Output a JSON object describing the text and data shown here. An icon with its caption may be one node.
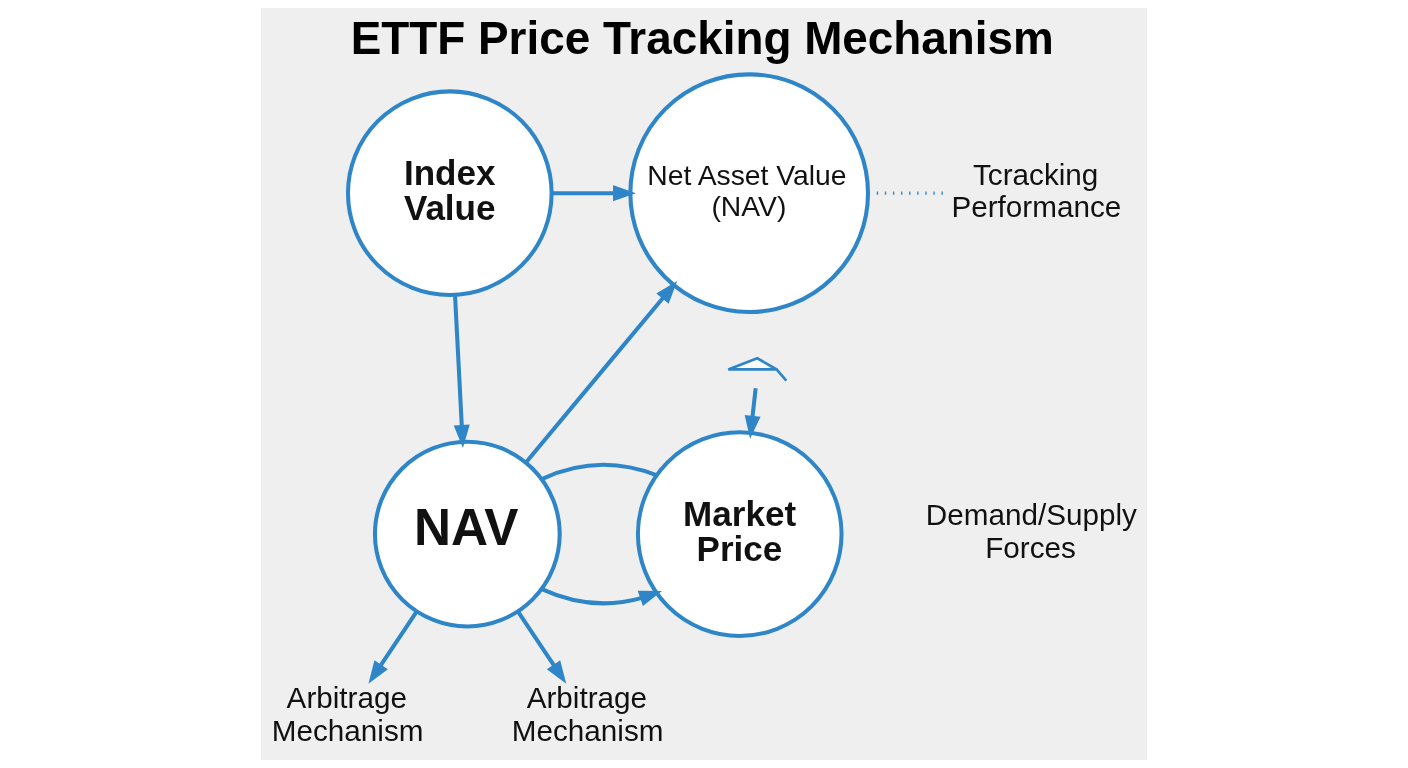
{
  "diagram": {
    "title": "ETTF Price Tracking Mechanism",
    "nodes": [
      {
        "text": [
          "Index Value"
        ]
      },
      {
        "text": [
          "Net Asset Value (NAV)"
        ]
      },
      {
        "text": [
          "Tcracking Performance"
        ]
      },
      {
        "text": [],
        "shape": "picture"
      },
      {
        "text": [
          "NAV"
        ]
      },
      {
        "text": [
          "Market Price"
        ],
        "beside": [
          "Demand/Supply Forces"
        ]
      },
      {
        "text": [
          "Arbitrage Mechanism"
        ]
      },
      {
        "text": [
          "Arbitrage Mechanism"
        ]
      }
    ],
    "edges": [
      {
        "from": 0,
        "to": 1,
        "arrow": "to"
      },
      {
        "from": 1,
        "to": 2,
        "arrow": "none",
        "style": "dashed"
      },
      {
        "from": 3,
        "to": 5,
        "arrow": "to"
      },
      {
        "from": 4,
        "to": 1,
        "arrow": "to"
      },
      {
        "from": 0,
        "to": 4,
        "arrow": "to"
      },
      {
        "from": 4,
        "to": 5,
        "arrow": "to"
      },
      {
        "from": 4,
        "to": 5,
        "arrow": "none"
      },
      {
        "from": 4,
        "to": 6,
        "arrow": "to"
      },
      {
        "from": 4,
        "to": 7,
        "arrow": "to"
      }
    ]
  }
}
